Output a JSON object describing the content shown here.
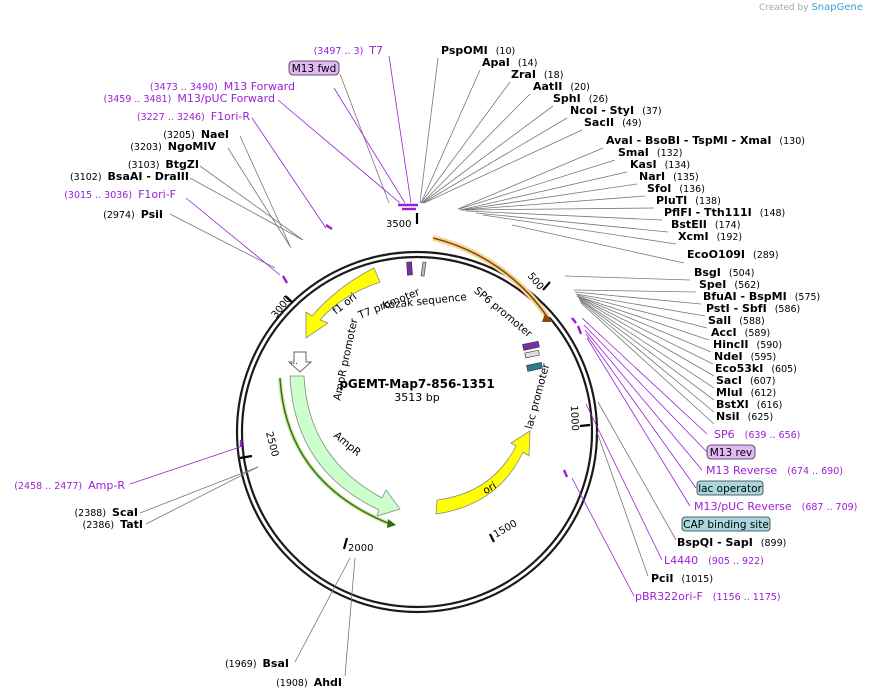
{
  "credit": {
    "created_by": "Created by",
    "app": "SnapGene"
  },
  "plasmid": {
    "name": "pGEMT-Map7-856-1351",
    "length": "3513 bp"
  },
  "ticks": [
    "500",
    "1000",
    "1500",
    "2000",
    "2500",
    "3000",
    "3500"
  ],
  "enzymes_right": [
    {
      "name": "PspOMI",
      "pos": "(10)"
    },
    {
      "name": "ApaI",
      "pos": "(14)"
    },
    {
      "name": "ZraI",
      "pos": "(18)"
    },
    {
      "name": "AatII",
      "pos": "(20)"
    },
    {
      "name": "SphI",
      "pos": "(26)"
    },
    {
      "name": "NcoI",
      "extra": " - StyI",
      "pos": "(37)"
    },
    {
      "name": "SacII",
      "pos": "(49)"
    },
    {
      "name": "AvaI",
      "extra": " - BsoBI - TspMI - XmaI",
      "pos": "(130)"
    },
    {
      "name": "SmaI",
      "pos": "(132)"
    },
    {
      "name": "KasI",
      "pos": "(134)"
    },
    {
      "name": "NarI",
      "pos": "(135)"
    },
    {
      "name": "SfoI",
      "pos": "(136)"
    },
    {
      "name": "PluTI",
      "pos": "(138)"
    },
    {
      "name": "PflFI",
      "extra": " - Tth111I",
      "pos": "(148)"
    },
    {
      "name": "BstEII",
      "pos": "(174)"
    },
    {
      "name": "XcmI",
      "pos": "(192)"
    },
    {
      "name": "EcoO109I",
      "pos": "(289)"
    },
    {
      "name": "BsgI",
      "pos": "(504)"
    },
    {
      "name": "SpeI",
      "pos": "(562)"
    },
    {
      "name": "BfuAI",
      "extra": " - BspMI",
      "pos": "(575)"
    },
    {
      "name": "PstI",
      "extra": " - SbfI",
      "pos": "(586)"
    },
    {
      "name": "SalI",
      "pos": "(588)"
    },
    {
      "name": "AccI",
      "pos": "(589)"
    },
    {
      "name": "HincII",
      "pos": "(590)"
    },
    {
      "name": "NdeI",
      "pos": "(595)"
    },
    {
      "name": "Eco53kI",
      "pos": "(605)"
    },
    {
      "name": "SacI",
      "pos": "(607)"
    },
    {
      "name": "MluI",
      "pos": "(612)"
    },
    {
      "name": "BstXI",
      "pos": "(616)"
    },
    {
      "name": "NsiI",
      "pos": "(625)"
    },
    {
      "name": "BspQI",
      "extra": " - SapI",
      "pos": "(899)"
    },
    {
      "name": "PciI",
      "pos": "(1015)"
    }
  ],
  "enzymes_left": [
    {
      "name": "NaeI",
      "pos": "(3205)"
    },
    {
      "name": "NgoMIV",
      "pos": "(3203)"
    },
    {
      "name": "BtgZI",
      "pos": "(3103)"
    },
    {
      "name": "BsaAI",
      "extra": " - DraIII",
      "pos": "(3102)"
    },
    {
      "name": "PsiI",
      "pos": "(2974)"
    },
    {
      "name": "ScaI",
      "pos": "(2388)"
    },
    {
      "name": "TatI",
      "pos": "(2386)"
    },
    {
      "name": "BsaI",
      "pos": "(1969)"
    },
    {
      "name": "AhdI",
      "pos": "(1908)"
    }
  ],
  "primers": [
    {
      "name": "T7",
      "pos": "(3497 .. 3)"
    },
    {
      "name": "M13 fwd",
      "pos": ""
    },
    {
      "name": "M13 Forward",
      "pos": "(3473 .. 3490)"
    },
    {
      "name": "M13/pUC Forward",
      "pos": "(3459 .. 3481)"
    },
    {
      "name": "F1ori-R",
      "pos": "(3227 .. 3246)"
    },
    {
      "name": "F1ori-F",
      "pos": "(3015 .. 3036)"
    },
    {
      "name": "Amp-R",
      "pos": "(2458 .. 2477)"
    },
    {
      "name": "SP6",
      "pos": "(639 .. 656)"
    },
    {
      "name": "M13 rev",
      "pos": ""
    },
    {
      "name": "M13 Reverse",
      "pos": "(674 .. 690)"
    },
    {
      "name": "lac operator",
      "pos": ""
    },
    {
      "name": "M13/pUC Reverse",
      "pos": "(687 .. 709)"
    },
    {
      "name": "CAP binding site",
      "pos": ""
    },
    {
      "name": "L4440",
      "pos": "(905 .. 922)"
    },
    {
      "name": "pBR322ori-F",
      "pos": "(1156 .. 1175)"
    }
  ],
  "features": {
    "f1_ori": "f1 ori",
    "t7_promoter": "T7 promoter",
    "kozak": "Kozak sequence",
    "sp6_promoter": "SP6 promoter",
    "lac_promoter": "lac promoter",
    "ampr_promoter": "AmpR promoter",
    "ampr": "AmpR",
    "ori": "ori"
  },
  "colors": {
    "backbone": "#1a1a1a",
    "primer": "#9b1fd6",
    "yellow_feature": "#ffff00",
    "ampr_feature": "#ccffcc",
    "orange_arrow": "#e8a020",
    "lac_box": "#a9d7df"
  }
}
